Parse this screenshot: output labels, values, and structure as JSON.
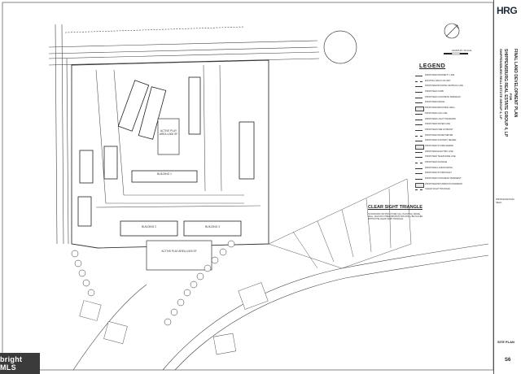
{
  "sheet": {
    "legend_title": "LEGEND",
    "legend_items": [
      "PROPOSED PROPERTY LINE",
      "EXISTING RIGHT-OF-WAY",
      "PROPOSED BUILDING SETBACK LINE",
      "PROPOSED CURB",
      "PROPOSED CONCRETE SIDEWALK",
      "PROPOSED FENCE",
      "PROPOSED RETAINING WALL",
      "PROPOSED GAS LINE",
      "PROPOSED LIGHT STANDARD",
      "PROPOSED WATER LINE",
      "PROPOSED FIRE HYDRANT",
      "PROPOSED WATER METER",
      "PROPOSED SANITARY SEWER",
      "PROPOSED STORM SEWER",
      "PROPOSED ELECTRIC LINE",
      "PROPOSED TELEPHONE LINE",
      "PROPOSED SIGNAGE",
      "PROPOSED LANDSCAPING",
      "PROPOSED STORM INLET",
      "PROPOSED CONCRETE PAVEMENT",
      "PROPOSED BITUMINOUS PAVEMENT",
      "CLEAR SIGHT TRIANGLE"
    ],
    "clear_sight_title": "CLEAR SIGHT TRIANGLE",
    "clear_sight_note": "NO BUILDING OR STRUCTURE, FILL, PLANTING, FENCE, WALL, SIGN OR OTHER OBSTRUCTION SHALL BE PLACED WITHIN THE CLEAR SIGHT TRIANGLE.",
    "plan_labels": {
      "active_play_1": "ACTIVE PLAY AREA 4,500 SF",
      "active_play_2": "ACTIVE PLAY AREA 4,500 SF",
      "building_1": "BUILDING 1",
      "building_2": "BUILDING 2",
      "building_3": "BUILDING 3",
      "graphic_scale": "GRAPHIC SCALE"
    },
    "title_block": {
      "logo": "HRG",
      "title_line_1": "FINAL LAND DEVELOPMENT PLAN",
      "title_line_2": "FOR",
      "title_line_3": "SHIPPENSBURG REAL ESTATE GROUP 4, LP",
      "title_line_4": "SHIPPENSBURG REAL ESTATE GROUP 4, LP",
      "project_label": "PROFESSIONAL SEAL",
      "sheet_title": "SITE PLAN",
      "sheet_number": "S6"
    },
    "watermark": "bright MLS"
  }
}
